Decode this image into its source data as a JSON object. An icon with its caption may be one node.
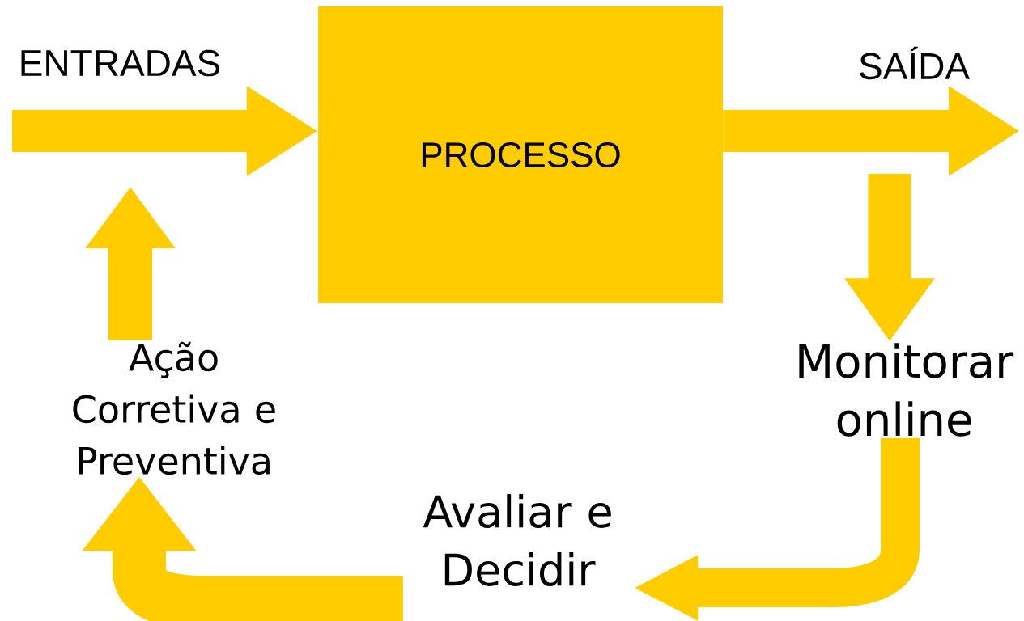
{
  "diagram": {
    "nodes": [
      {
        "text": [
          "PROCESSO"
        ]
      },
      {
        "text": [
          "Monitorar online"
        ]
      },
      {
        "text": [
          "Avaliar e Decidir"
        ]
      },
      {
        "text": [
          "Ação Corretiva e Preventiva"
        ]
      }
    ],
    "edges": [
      {
        "from": null,
        "to": 0,
        "arrow": "to",
        "label": "ENTRADAS"
      },
      {
        "from": 0,
        "to": null,
        "arrow": "to",
        "label": "SAÍDA"
      },
      {
        "from": null,
        "to": 1,
        "arrow": "to"
      },
      {
        "from": 1,
        "to": 2,
        "arrow": "to"
      },
      {
        "from": 2,
        "to": 3,
        "arrow": "to"
      },
      {
        "from": 3,
        "to": null,
        "arrow": "to"
      }
    ]
  }
}
